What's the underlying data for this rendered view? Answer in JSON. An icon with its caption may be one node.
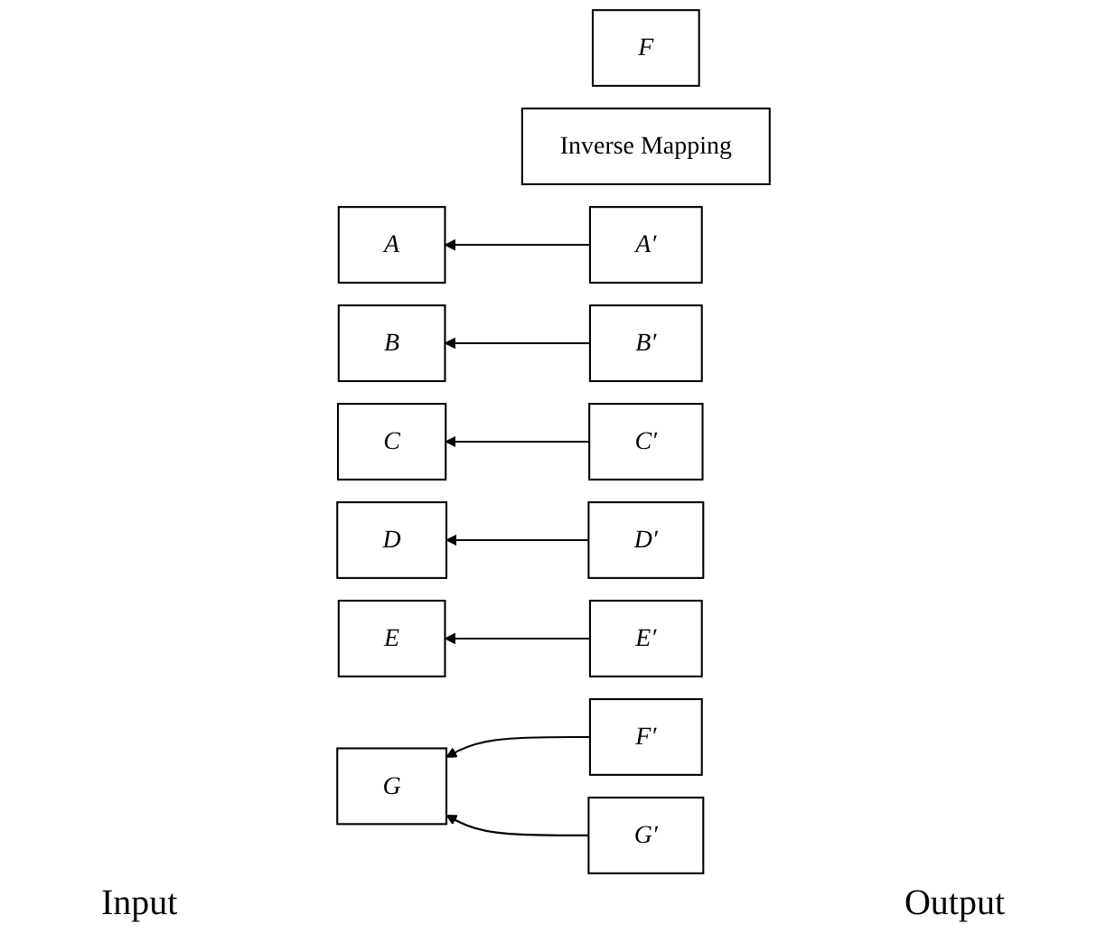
{
  "diagram": {
    "nodes": [
      {
        "text": [
          "A"
        ]
      },
      {
        "text": [
          "B"
        ]
      },
      {
        "text": [
          "C"
        ]
      },
      {
        "text": [
          "D"
        ]
      },
      {
        "text": [
          "E"
        ]
      },
      {
        "text": [
          "F"
        ]
      },
      {
        "text": [
          "G"
        ]
      },
      {
        "text": [
          "Inverse Mapping"
        ]
      },
      {
        "text": [
          "A′"
        ]
      },
      {
        "text": [
          "B′"
        ]
      },
      {
        "text": [
          "C′"
        ]
      },
      {
        "text": [
          "D′"
        ]
      },
      {
        "text": [
          "E′"
        ]
      },
      {
        "text": [
          "F′"
        ]
      },
      {
        "text": [
          "G′"
        ]
      }
    ],
    "edges": [
      {
        "from": 8,
        "to": 0,
        "arrow": "to"
      },
      {
        "from": 9,
        "to": 1,
        "arrow": "to"
      },
      {
        "from": 10,
        "to": 2,
        "arrow": "to"
      },
      {
        "from": 11,
        "to": 3,
        "arrow": "to"
      },
      {
        "from": 12,
        "to": 4,
        "arrow": "to"
      },
      {
        "from": 13,
        "to": 6,
        "arrow": "to"
      },
      {
        "from": 14,
        "to": 6,
        "arrow": "to"
      }
    ],
    "labels": [
      "Input",
      "Output"
    ]
  }
}
